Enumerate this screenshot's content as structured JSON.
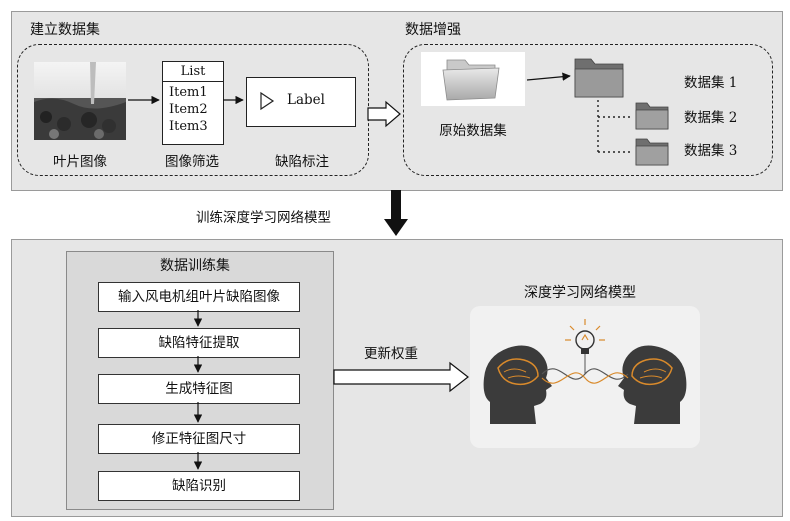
{
  "top_section": {
    "build_dataset_title": "建立数据集",
    "augment_title": "数据增强",
    "list_box": {
      "header": "List",
      "items": [
        "Item1",
        "Item2",
        "Item3"
      ]
    },
    "label_box_text": "Label",
    "captions": {
      "leaf_image": "叶片图像",
      "image_filter": "图像筛选",
      "defect_annotation": "缺陷标注",
      "original_dataset": "原始数据集"
    },
    "datasets": [
      "数据集 1",
      "数据集 2",
      "数据集 3"
    ]
  },
  "arrow_label": "训练深度学习网络模型",
  "bottom_section": {
    "training_title": "数据训练集",
    "steps": [
      "输入风电机组叶片缺陷图像",
      "缺陷特征提取",
      "生成特征图",
      "修正特征图尺寸",
      "缺陷识别"
    ],
    "update_weights_label": "更新权重",
    "model_title": "深度学习网络模型"
  }
}
